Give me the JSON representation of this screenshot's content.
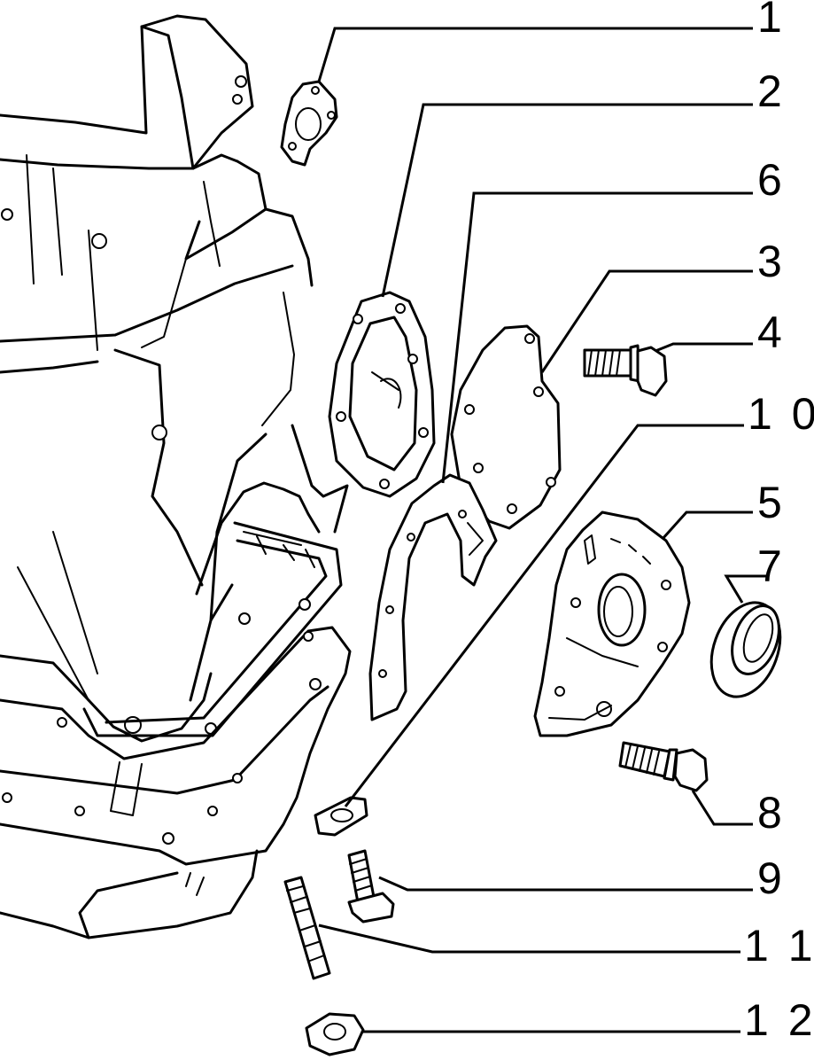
{
  "callouts": [
    {
      "id": "1",
      "label": "1"
    },
    {
      "id": "2",
      "label": "2"
    },
    {
      "id": "6",
      "label": "6"
    },
    {
      "id": "3",
      "label": "3"
    },
    {
      "id": "4",
      "label": "4"
    },
    {
      "id": "10",
      "label": "1 0"
    },
    {
      "id": "5",
      "label": "5"
    },
    {
      "id": "7",
      "label": "7"
    },
    {
      "id": "8",
      "label": "8"
    },
    {
      "id": "9",
      "label": "9"
    },
    {
      "id": "11",
      "label": "1 1"
    },
    {
      "id": "12",
      "label": "1 2"
    }
  ]
}
